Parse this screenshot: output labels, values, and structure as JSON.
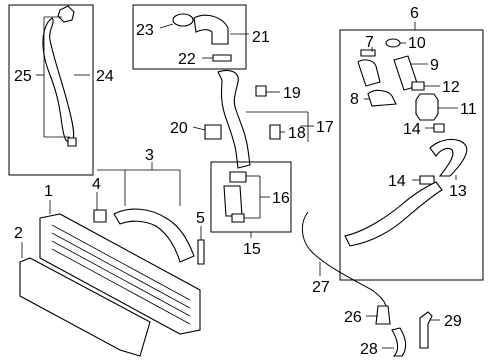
{
  "diagram": {
    "callouts": {
      "c1": "1",
      "c2": "2",
      "c3": "3",
      "c4": "4",
      "c5": "5",
      "c6": "6",
      "c7": "7",
      "c8": "8",
      "c9": "9",
      "c10": "10",
      "c11": "11",
      "c12": "12",
      "c13": "13",
      "c14a": "14",
      "c14b": "14",
      "c15": "15",
      "c16": "16",
      "c17": "17",
      "c18": "18",
      "c19": "19",
      "c20": "20",
      "c21": "21",
      "c22": "22",
      "c23": "23",
      "c24": "24",
      "c25": "25",
      "c26": "26",
      "c27": "27",
      "c28": "28",
      "c29": "29"
    }
  }
}
